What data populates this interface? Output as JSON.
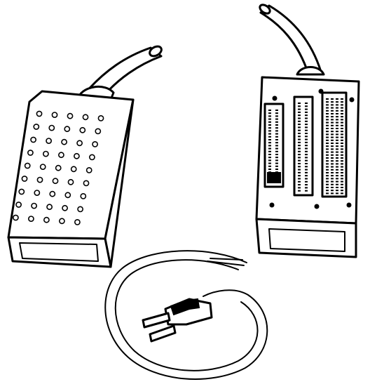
{
  "illustration": {
    "background": "#ffffff",
    "ink": "#000000",
    "objects": [
      {
        "id": "left-connector-box",
        "hole_columns": 5,
        "hole_rows": 9
      },
      {
        "id": "right-connector-box",
        "socket_strips": 3
      },
      {
        "id": "cable-with-plug"
      }
    ]
  }
}
